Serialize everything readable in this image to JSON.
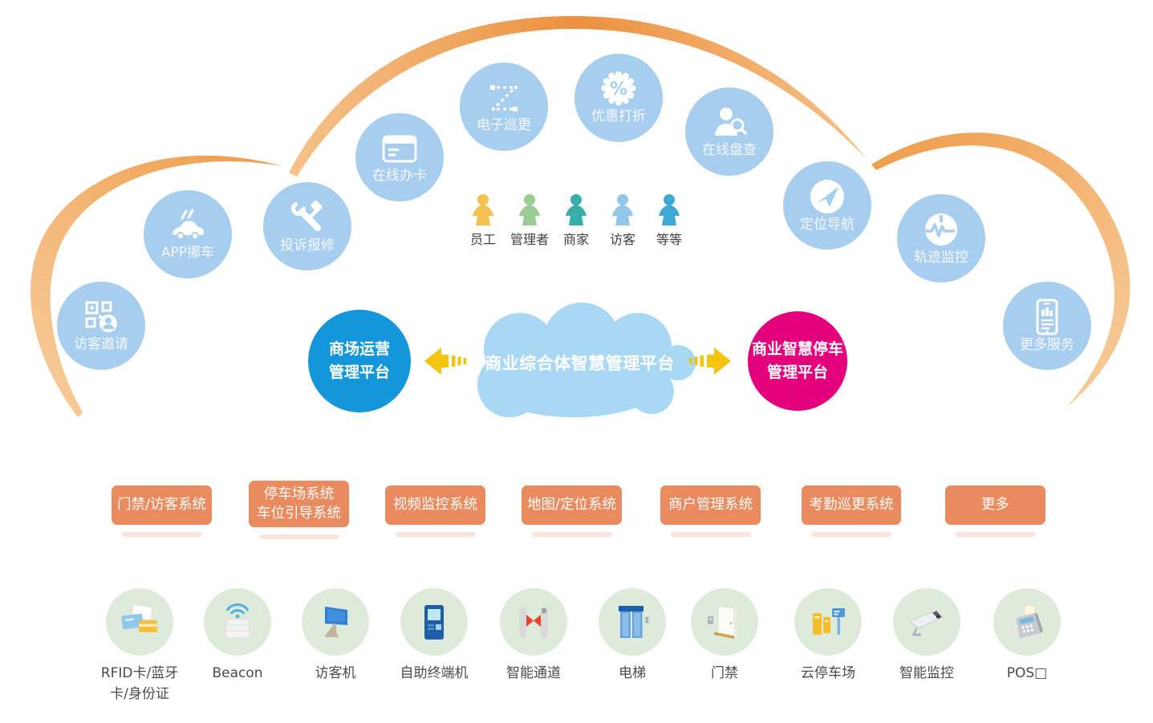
{
  "services": {
    "items": [
      {
        "label": "访客邀请",
        "icon": "qr-invite-icon"
      },
      {
        "label": "APP挪车",
        "icon": "car-icon"
      },
      {
        "label": "投诉报修",
        "icon": "repair-tools-icon"
      },
      {
        "label": "在线办卡",
        "icon": "card-icon"
      },
      {
        "label": "电子巡更",
        "icon": "patrol-route-icon"
      },
      {
        "label": "优惠打折",
        "icon": "discount-badge-icon"
      },
      {
        "label": "在线盘查",
        "icon": "person-search-icon"
      },
      {
        "label": "定位导航",
        "icon": "navigation-icon"
      },
      {
        "label": "轨迹监控",
        "icon": "waveform-icon"
      },
      {
        "label": "更多服务",
        "icon": "phone-chart-icon"
      }
    ]
  },
  "users": {
    "items": [
      {
        "label": "员工",
        "color": "#F2C14E"
      },
      {
        "label": "管理者",
        "color": "#9ACD93"
      },
      {
        "label": "商家",
        "color": "#39ADA7"
      },
      {
        "label": "访客",
        "color": "#92C7EA"
      },
      {
        "label": "等等",
        "color": "#3FA8D5"
      }
    ]
  },
  "center": {
    "cloud_label": "商业综合体智慧管理平台",
    "badge_percent": "%",
    "left_platform": {
      "line1": "商场运营",
      "line2": "管理平台"
    },
    "right_platform": {
      "line1": "商业智慧停车",
      "line2": "管理平台"
    }
  },
  "systems": {
    "items": [
      {
        "label": "门禁/访客系统"
      },
      {
        "label": "停车场系统",
        "label2": "车位引导系统"
      },
      {
        "label": "视频监控系统"
      },
      {
        "label": "地图/定位系统"
      },
      {
        "label": "商户管理系统"
      },
      {
        "label": "考勤巡更系统"
      },
      {
        "label": "更多"
      }
    ]
  },
  "devices": {
    "items": [
      {
        "label": "RFID卡/蓝牙",
        "label2": "卡/身份证",
        "icon": "rfid-cards-icon"
      },
      {
        "label": "Beacon",
        "icon": "beacon-icon"
      },
      {
        "label": "访客机",
        "icon": "visitor-machine-icon"
      },
      {
        "label": "自助终端机",
        "icon": "kiosk-icon"
      },
      {
        "label": "智能通道",
        "icon": "gate-icon"
      },
      {
        "label": "电梯",
        "icon": "elevator-icon"
      },
      {
        "label": "门禁",
        "icon": "door-icon"
      },
      {
        "label": "云停车场",
        "icon": "parking-kiosk-icon"
      },
      {
        "label": "智能监控",
        "icon": "cctv-icon"
      },
      {
        "label": "POS□",
        "icon": "pos-icon"
      }
    ]
  },
  "colors": {
    "service_circle_blue": "#A7CEEE",
    "cloud_blue": "#A9D8F5",
    "platform_blue": "#1496DA",
    "platform_magenta": "#E4027C",
    "arrow_gold": "#F5C411",
    "system_orange": "#EA8A5F",
    "device_green": "#DFEBDA",
    "arc_orange": "#EC9140"
  }
}
